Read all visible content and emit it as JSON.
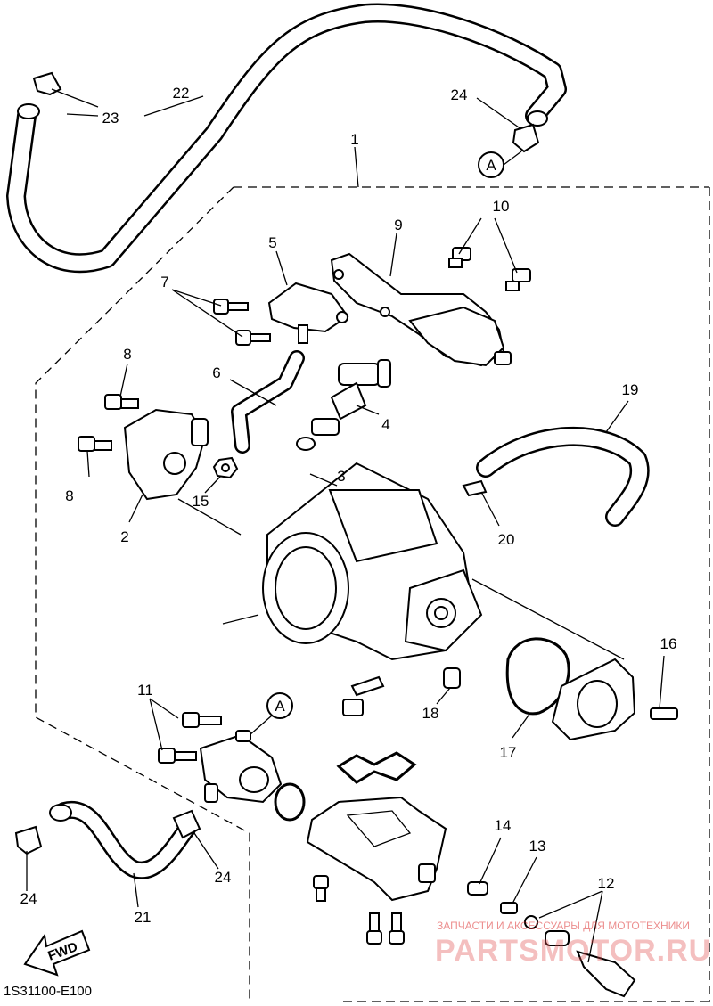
{
  "diagram_code": "1S31100-E100",
  "fwd_label": "FWD",
  "watermark": {
    "line1": "ЗАПЧАСТИ И АКСЕССУАРЫ ДЛЯ МОТОТЕХНИКИ",
    "line2": "PARTSMOTOR.RU"
  },
  "ref_marks": [
    "A",
    "A"
  ],
  "callouts": {
    "c1": "1",
    "c2": "2",
    "c3": "3",
    "c4": "4",
    "c5": "5",
    "c6": "6",
    "c7": "7",
    "c8a": "8",
    "c8b": "8",
    "c9": "9",
    "c10": "10",
    "c11": "11",
    "c12": "12",
    "c13": "13",
    "c14": "14",
    "c15": "15",
    "c16": "16",
    "c17": "17",
    "c18": "18",
    "c19": "19",
    "c20": "20",
    "c21": "21",
    "c22": "22",
    "c23": "23",
    "c24a": "24",
    "c24b": "24",
    "c24c": "24"
  }
}
